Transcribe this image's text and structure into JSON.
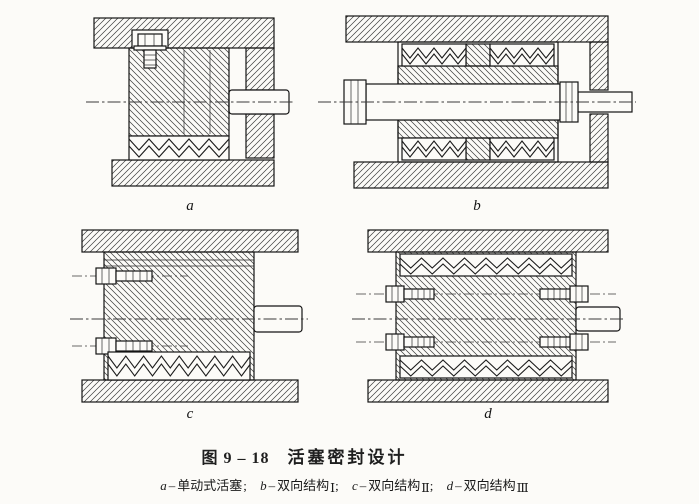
{
  "colors": {
    "ink": "#1f1f1f",
    "paper": "#fcfbf8"
  },
  "figure": {
    "caption": {
      "number": "图 9 – 18",
      "title": "活塞密封设计"
    },
    "panels": [
      {
        "label": "a"
      },
      {
        "label": "b"
      },
      {
        "label": "c"
      },
      {
        "label": "d"
      }
    ],
    "legend": {
      "dash": "–",
      "items": [
        {
          "key": "a",
          "text": "单动式活塞",
          "numeral": "",
          "sep": ";"
        },
        {
          "key": "b",
          "text": "双向结构",
          "numeral": "Ⅰ",
          "sep": ";"
        },
        {
          "key": "c",
          "text": "双向结构",
          "numeral": "Ⅱ",
          "sep": ";"
        },
        {
          "key": "d",
          "text": "双向结构",
          "numeral": "Ⅲ",
          "sep": ""
        }
      ]
    }
  }
}
